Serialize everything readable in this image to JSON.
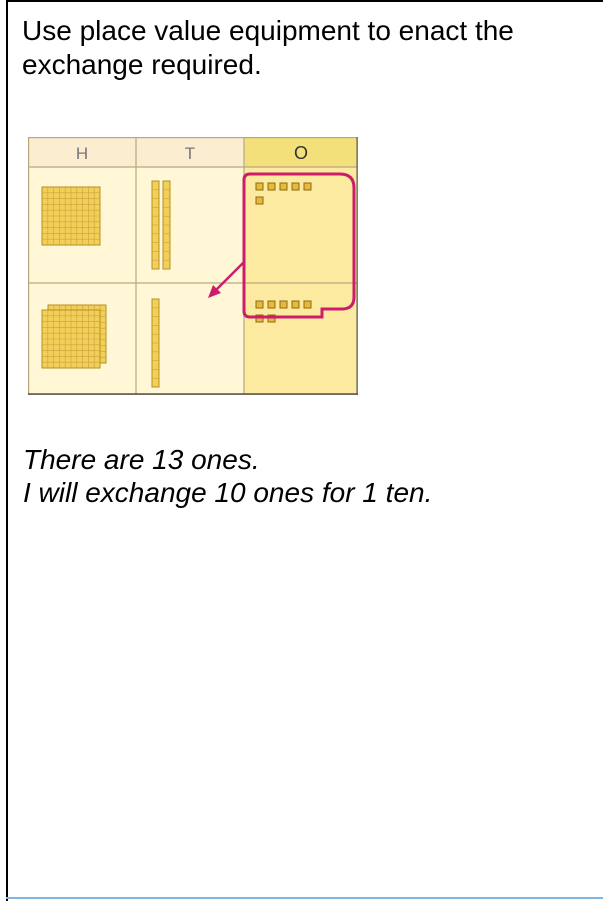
{
  "instruction": "Use place value equipment to enact the exchange required.",
  "place_value_chart": {
    "column_headers": [
      "H",
      "T",
      "O"
    ],
    "rows": [
      {
        "hundreds": 1,
        "tens": 2,
        "ones": 6
      },
      {
        "hundreds": 2,
        "tens": 1,
        "ones": 7
      }
    ],
    "highlight_color": "#cc1d6a",
    "ones_column_color": "#fbeaa0",
    "chart_background": "#fff7d6"
  },
  "statement": {
    "line1": "There are 13 ones.",
    "line2": "I will exchange 10 ones for 1 ten."
  }
}
